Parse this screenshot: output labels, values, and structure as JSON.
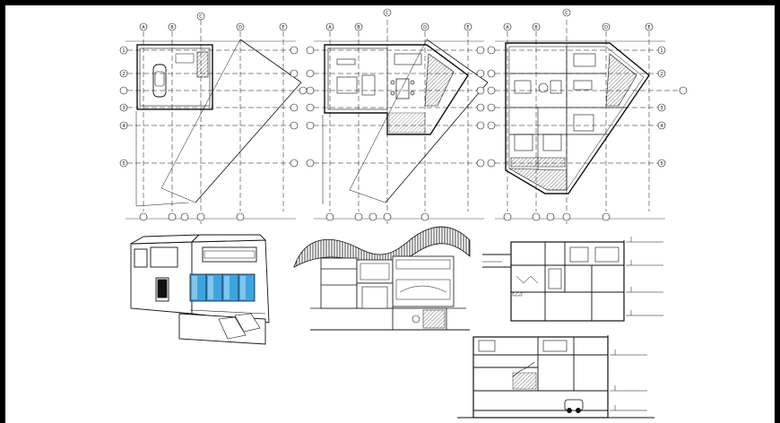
{
  "drawing": {
    "background": "#000000",
    "paper": "#ffffff",
    "line_color": "#111111",
    "glass_color": "#3fa3e0",
    "grid_bubbles_plan1_top": [
      "A",
      "B",
      "C",
      "D",
      "E"
    ],
    "grid_bubbles_plan2_top": [
      "A",
      "B",
      "C",
      "D",
      "E"
    ],
    "grid_bubbles_plan3_top": [
      "A",
      "B",
      "C",
      "D",
      "E"
    ],
    "grid_bubbles_left": [
      "1",
      "2",
      "3",
      "4",
      "5"
    ],
    "grid_bubbles_right": [
      "1",
      "2",
      "3",
      "4",
      "5"
    ],
    "views": [
      {
        "name": "ground-floor-plan"
      },
      {
        "name": "first-floor-plan"
      },
      {
        "name": "second-floor-plan"
      },
      {
        "name": "3d-view"
      },
      {
        "name": "front-elevation"
      },
      {
        "name": "section-a"
      },
      {
        "name": "section-b"
      }
    ]
  }
}
